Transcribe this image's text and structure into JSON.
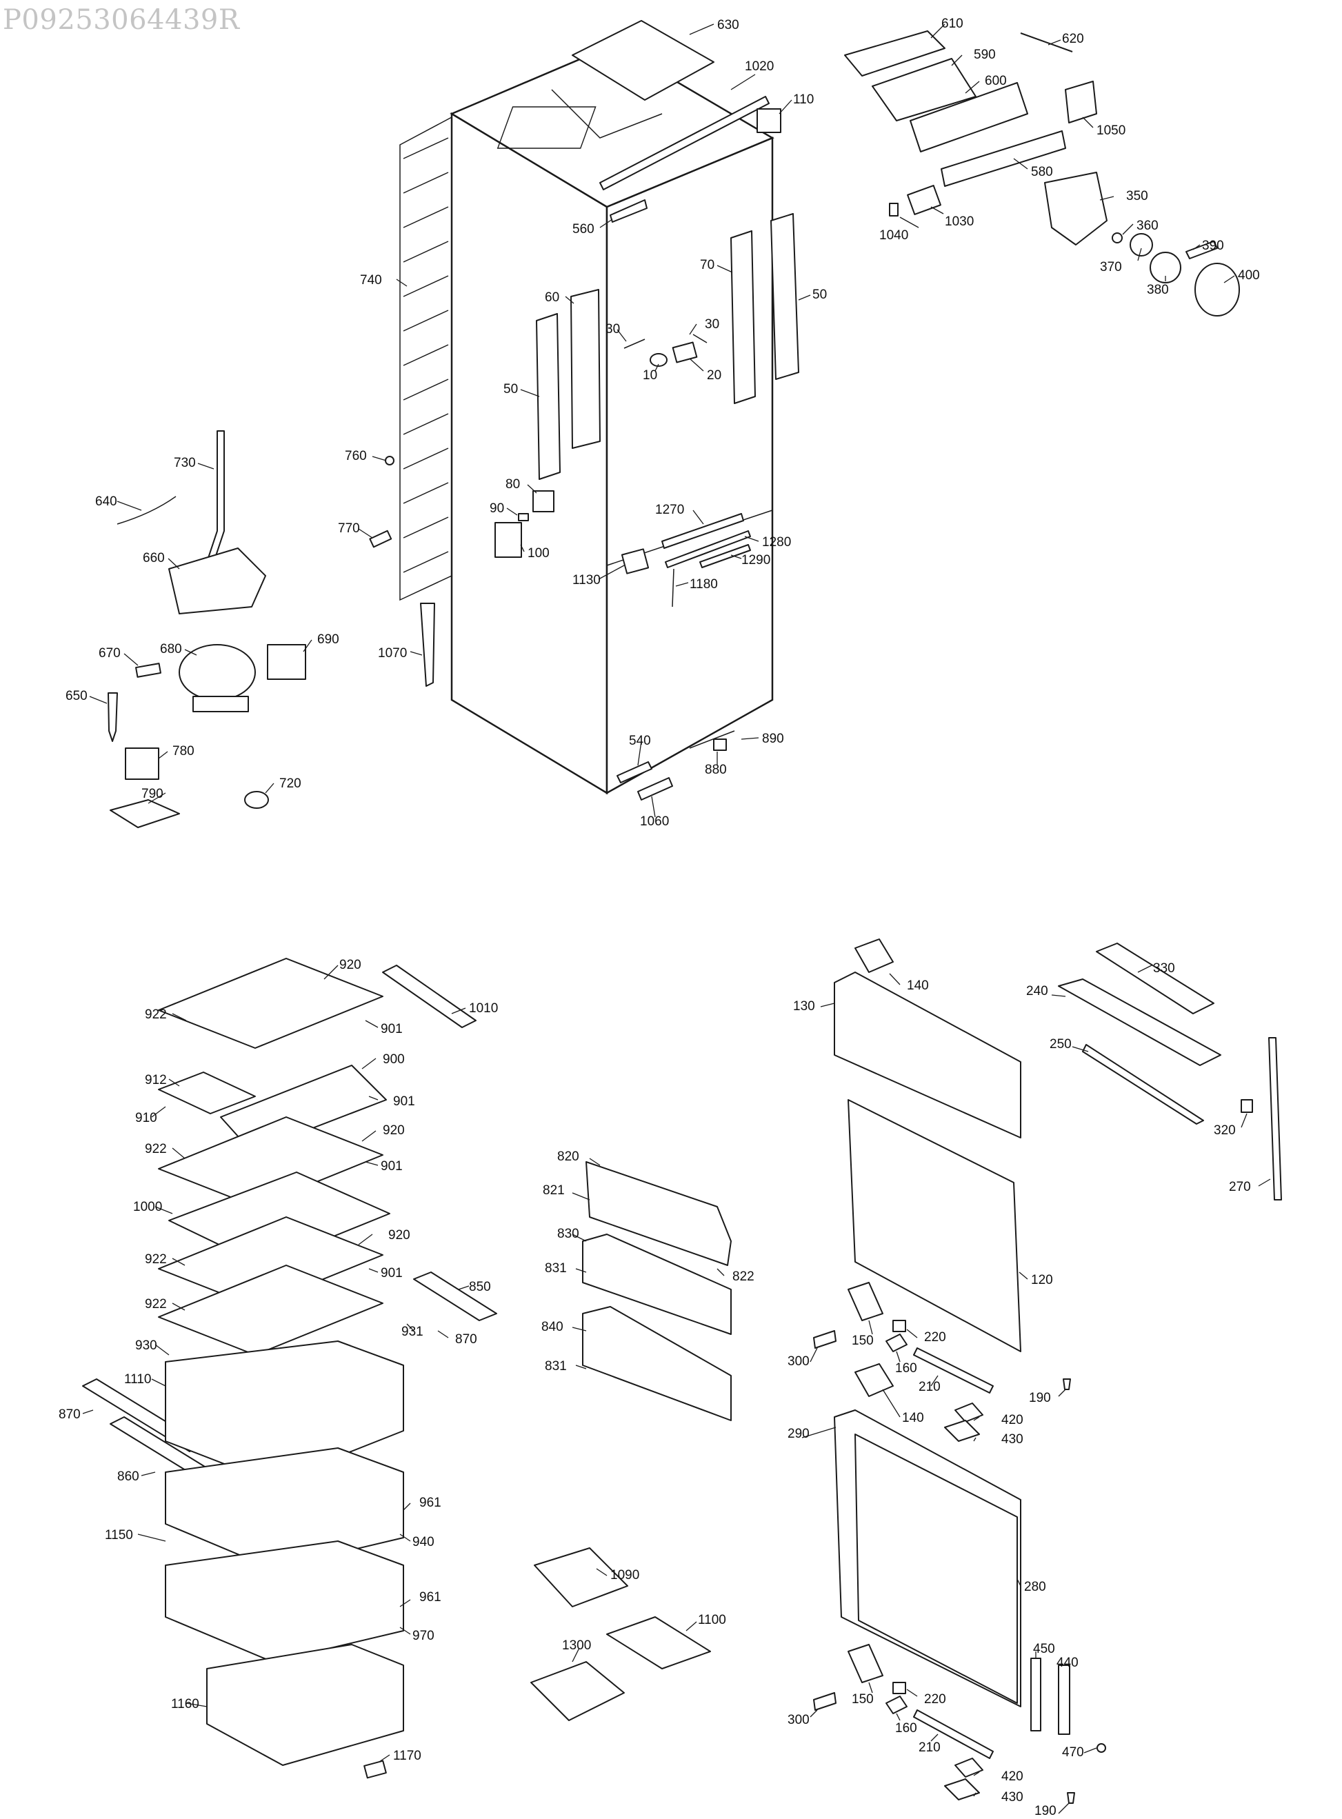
{
  "document": {
    "code": "P09253064439R"
  },
  "labels": [
    {
      "id": "630",
      "text": "630"
    },
    {
      "id": "1020",
      "text": "1020"
    },
    {
      "id": "110",
      "text": "110"
    },
    {
      "id": "610",
      "text": "610"
    },
    {
      "id": "620",
      "text": "620"
    },
    {
      "id": "590",
      "text": "590"
    },
    {
      "id": "600",
      "text": "600"
    },
    {
      "id": "1050",
      "text": "1050"
    },
    {
      "id": "580",
      "text": "580"
    },
    {
      "id": "1030",
      "text": "1030"
    },
    {
      "id": "1040",
      "text": "1040"
    },
    {
      "id": "350",
      "text": "350"
    },
    {
      "id": "360",
      "text": "360"
    },
    {
      "id": "370",
      "text": "370"
    },
    {
      "id": "390",
      "text": "390"
    },
    {
      "id": "380",
      "text": "380"
    },
    {
      "id": "400",
      "text": "400"
    },
    {
      "id": "560",
      "text": "560"
    },
    {
      "id": "740",
      "text": "740"
    },
    {
      "id": "70",
      "text": "70"
    },
    {
      "id": "50a",
      "text": "50"
    },
    {
      "id": "60",
      "text": "60"
    },
    {
      "id": "30a",
      "text": "30"
    },
    {
      "id": "30b",
      "text": "30"
    },
    {
      "id": "10",
      "text": "10"
    },
    {
      "id": "20",
      "text": "20"
    },
    {
      "id": "50b",
      "text": "50"
    },
    {
      "id": "760",
      "text": "760"
    },
    {
      "id": "730",
      "text": "730"
    },
    {
      "id": "640",
      "text": "640"
    },
    {
      "id": "80",
      "text": "80"
    },
    {
      "id": "90",
      "text": "90"
    },
    {
      "id": "100",
      "text": "100"
    },
    {
      "id": "770",
      "text": "770"
    },
    {
      "id": "1270",
      "text": "1270"
    },
    {
      "id": "1280",
      "text": "1280"
    },
    {
      "id": "1290",
      "text": "1290"
    },
    {
      "id": "1130",
      "text": "1130"
    },
    {
      "id": "1180",
      "text": "1180"
    },
    {
      "id": "660",
      "text": "660"
    },
    {
      "id": "1070",
      "text": "1070"
    },
    {
      "id": "670",
      "text": "670"
    },
    {
      "id": "680",
      "text": "680"
    },
    {
      "id": "690",
      "text": "690"
    },
    {
      "id": "650",
      "text": "650"
    },
    {
      "id": "780",
      "text": "780"
    },
    {
      "id": "540",
      "text": "540"
    },
    {
      "id": "890",
      "text": "890"
    },
    {
      "id": "880",
      "text": "880"
    },
    {
      "id": "720",
      "text": "720"
    },
    {
      "id": "790",
      "text": "790"
    },
    {
      "id": "1060",
      "text": "1060"
    },
    {
      "id": "920a",
      "text": "920"
    },
    {
      "id": "1010",
      "text": "1010"
    },
    {
      "id": "922a",
      "text": "922"
    },
    {
      "id": "901a",
      "text": "901"
    },
    {
      "id": "900",
      "text": "900"
    },
    {
      "id": "912",
      "text": "912"
    },
    {
      "id": "901b",
      "text": "901"
    },
    {
      "id": "910",
      "text": "910"
    },
    {
      "id": "920b",
      "text": "920"
    },
    {
      "id": "922b",
      "text": "922"
    },
    {
      "id": "901c",
      "text": "901"
    },
    {
      "id": "1000",
      "text": "1000"
    },
    {
      "id": "920c",
      "text": "920"
    },
    {
      "id": "922c",
      "text": "922"
    },
    {
      "id": "901d",
      "text": "901"
    },
    {
      "id": "850",
      "text": "850"
    },
    {
      "id": "922d",
      "text": "922"
    },
    {
      "id": "931",
      "text": "931"
    },
    {
      "id": "870a",
      "text": "870"
    },
    {
      "id": "930",
      "text": "930"
    },
    {
      "id": "1110",
      "text": "1110"
    },
    {
      "id": "870b",
      "text": "870"
    },
    {
      "id": "860",
      "text": "860"
    },
    {
      "id": "961a",
      "text": "961"
    },
    {
      "id": "940",
      "text": "940"
    },
    {
      "id": "1150",
      "text": "1150"
    },
    {
      "id": "961b",
      "text": "961"
    },
    {
      "id": "970",
      "text": "970"
    },
    {
      "id": "1160",
      "text": "1160"
    },
    {
      "id": "1170",
      "text": "1170"
    },
    {
      "id": "820",
      "text": "820"
    },
    {
      "id": "821",
      "text": "821"
    },
    {
      "id": "830",
      "text": "830"
    },
    {
      "id": "822",
      "text": "822"
    },
    {
      "id": "831a",
      "text": "831"
    },
    {
      "id": "840",
      "text": "840"
    },
    {
      "id": "831b",
      "text": "831"
    },
    {
      "id": "1090",
      "text": "1090"
    },
    {
      "id": "1100",
      "text": "1100"
    },
    {
      "id": "1300",
      "text": "1300"
    },
    {
      "id": "140a",
      "text": "140"
    },
    {
      "id": "130",
      "text": "130"
    },
    {
      "id": "330",
      "text": "330"
    },
    {
      "id": "240",
      "text": "240"
    },
    {
      "id": "250",
      "text": "250"
    },
    {
      "id": "320",
      "text": "320"
    },
    {
      "id": "270",
      "text": "270"
    },
    {
      "id": "120",
      "text": "120"
    },
    {
      "id": "150a",
      "text": "150"
    },
    {
      "id": "220a",
      "text": "220"
    },
    {
      "id": "300a",
      "text": "300"
    },
    {
      "id": "160a",
      "text": "160"
    },
    {
      "id": "210a",
      "text": "210"
    },
    {
      "id": "190a",
      "text": "190"
    },
    {
      "id": "140b",
      "text": "140"
    },
    {
      "id": "420a",
      "text": "420"
    },
    {
      "id": "290",
      "text": "290"
    },
    {
      "id": "430a",
      "text": "430"
    },
    {
      "id": "280",
      "text": "280"
    },
    {
      "id": "450",
      "text": "450"
    },
    {
      "id": "440",
      "text": "440"
    },
    {
      "id": "150b",
      "text": "150"
    },
    {
      "id": "220b",
      "text": "220"
    },
    {
      "id": "300b",
      "text": "300"
    },
    {
      "id": "160b",
      "text": "160"
    },
    {
      "id": "210b",
      "text": "210"
    },
    {
      "id": "420b",
      "text": "420"
    },
    {
      "id": "470",
      "text": "470"
    },
    {
      "id": "430b",
      "text": "430"
    },
    {
      "id": "190b",
      "text": "190"
    }
  ]
}
